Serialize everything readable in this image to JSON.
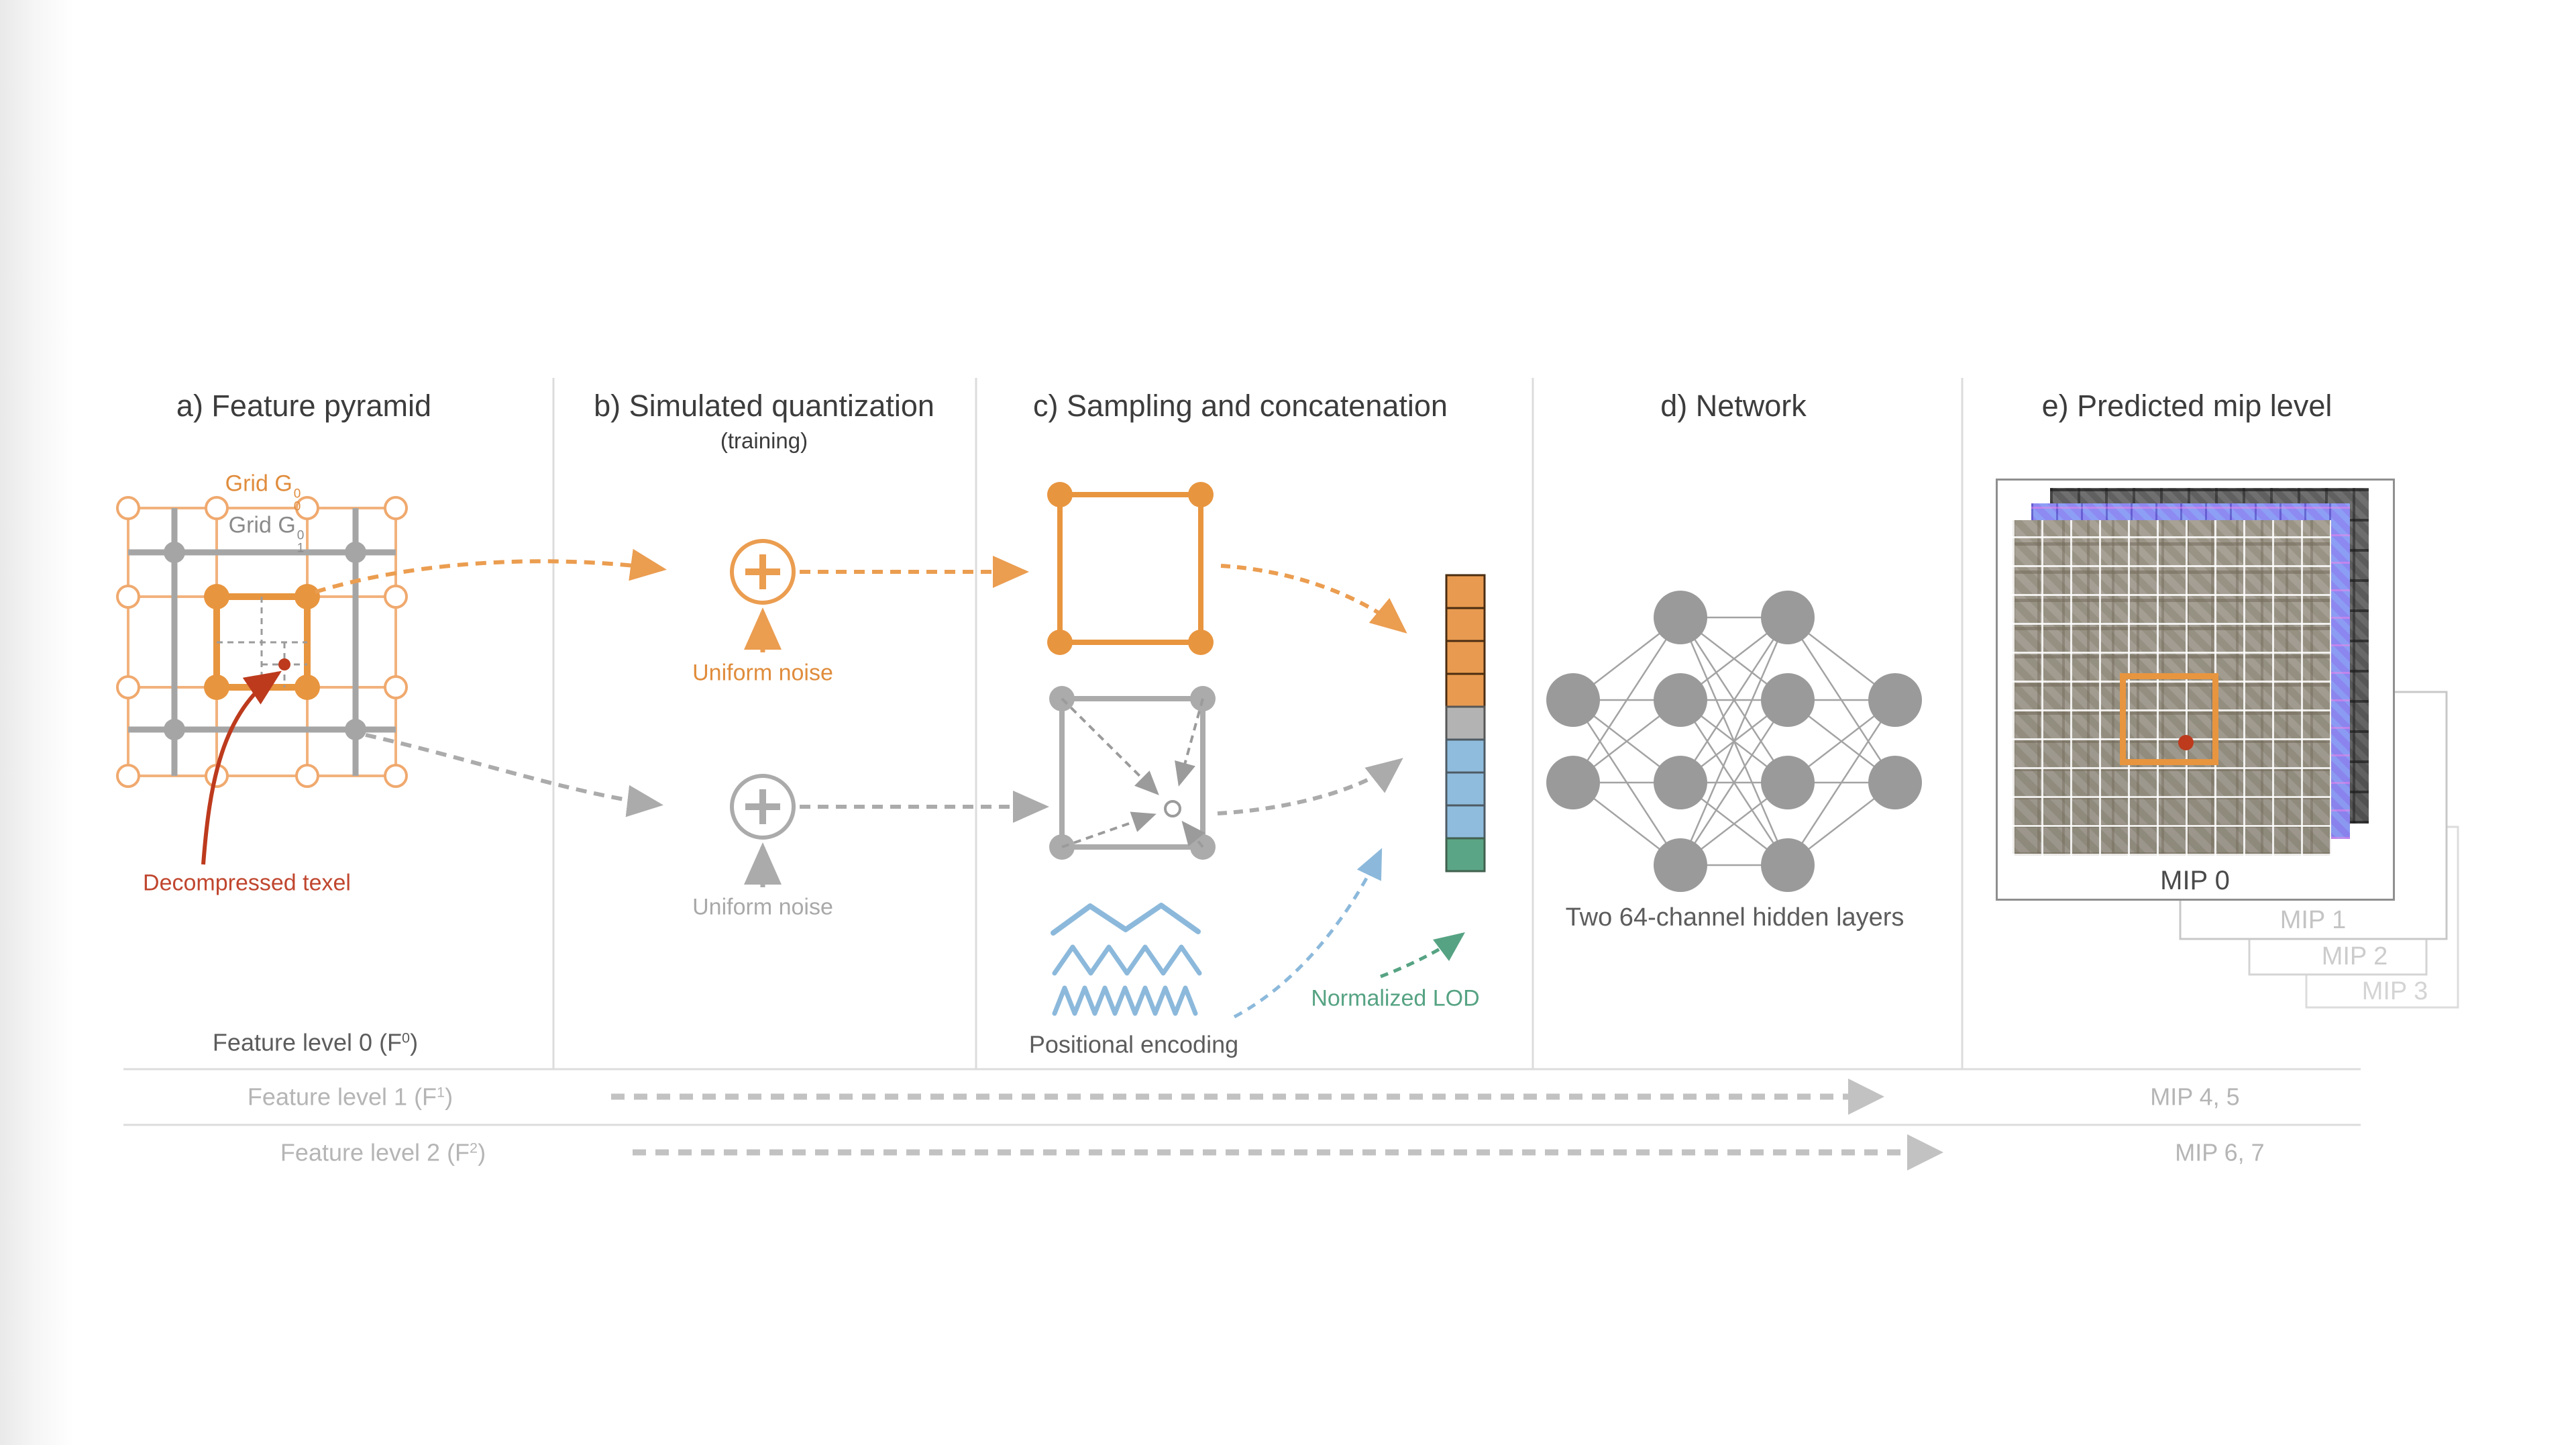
{
  "figure": {
    "panels": {
      "a": {
        "title": "a) Feature pyramid"
      },
      "b": {
        "title": "b) Simulated quantization",
        "subtitle": "(training)",
        "uniform_noise_top": "Uniform noise",
        "uniform_noise_bottom": "Uniform noise"
      },
      "c": {
        "title": "c) Sampling and concatenation",
        "positional_encoding": "Positional encoding",
        "normalized_lod": "Normalized LOD"
      },
      "d": {
        "title": "d) Network",
        "caption": "Two 64-channel hidden layers"
      },
      "e": {
        "title": "e) Predicted mip level",
        "mip0": "MIP 0",
        "mip1": "MIP 1",
        "mip2": "MIP 2",
        "mip3": "MIP 3"
      }
    },
    "panel_a": {
      "grid0": {
        "base": "Grid G",
        "sup": "0",
        "sub": "0"
      },
      "grid1": {
        "base": "Grid G",
        "sup": "0",
        "sub": "1"
      },
      "decompressed_texel": "Decompressed texel",
      "feature_level_0": {
        "pre": "Feature level 0 (F",
        "sup": "0",
        "post": ")"
      }
    },
    "rows": [
      {
        "label": {
          "pre": "Feature level 1 (F",
          "sup": "1",
          "post": ")"
        },
        "mip": "MIP 4, 5"
      },
      {
        "label": {
          "pre": "Feature level 2 (F",
          "sup": "2",
          "post": ")"
        },
        "mip": "MIP 6, 7"
      }
    ],
    "feature_vector": {
      "cells": [
        "orange",
        "orange",
        "orange",
        "orange",
        "gray",
        "blue",
        "blue",
        "blue",
        "green"
      ]
    },
    "colors": {
      "orange": "#E8953F",
      "light_orange": "#F2B27D",
      "gray": "#A5A5A5",
      "light_gray": "#C6C6C6",
      "blue": "#8CB9DB",
      "green": "#56A383",
      "red": "#BD3A1D",
      "text_dark": "#3C3C3C",
      "text_gray": "#5C5C5C",
      "divider": "#DCDCDC"
    }
  }
}
